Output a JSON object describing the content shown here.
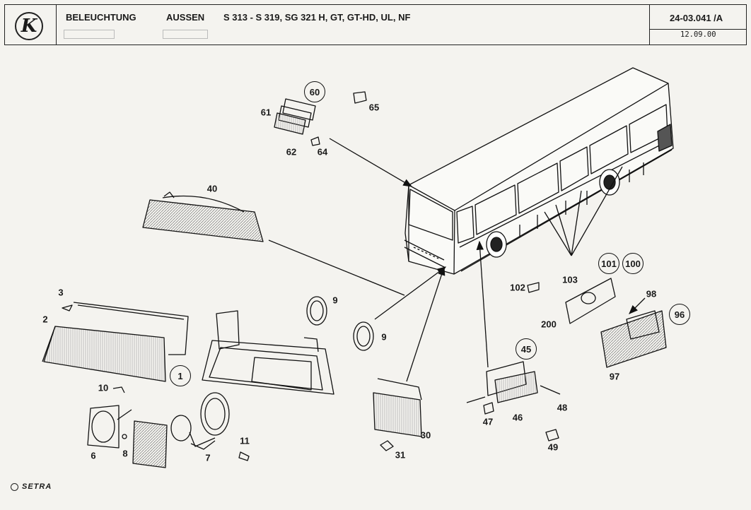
{
  "header": {
    "title": "BELEUCHTUNG",
    "subtitle": "AUSSEN",
    "models": "S 313 - S 319, SG 321 H, GT, GT-HD, UL, NF",
    "doc_number": "24-03.041 /A",
    "date": "12.09.00",
    "logo_letter": "K"
  },
  "footer": {
    "brand": "SETRA"
  },
  "part_numbers": {
    "p1": "1",
    "p2": "2",
    "p3": "3",
    "p6": "6",
    "p7": "7",
    "p8": "8",
    "p9a": "9",
    "p9b": "9",
    "p10": "10",
    "p11": "11",
    "p30": "30",
    "p31": "31",
    "p40": "40",
    "p45": "45",
    "p46": "46",
    "p47": "47",
    "p48": "48",
    "p49": "49",
    "p60": "60",
    "p61": "61",
    "p62": "62",
    "p64": "64",
    "p65": "65",
    "p96": "96",
    "p97": "97",
    "p98": "98",
    "p100": "100",
    "p101": "101",
    "p102": "102",
    "p103": "103",
    "p200": "200"
  }
}
